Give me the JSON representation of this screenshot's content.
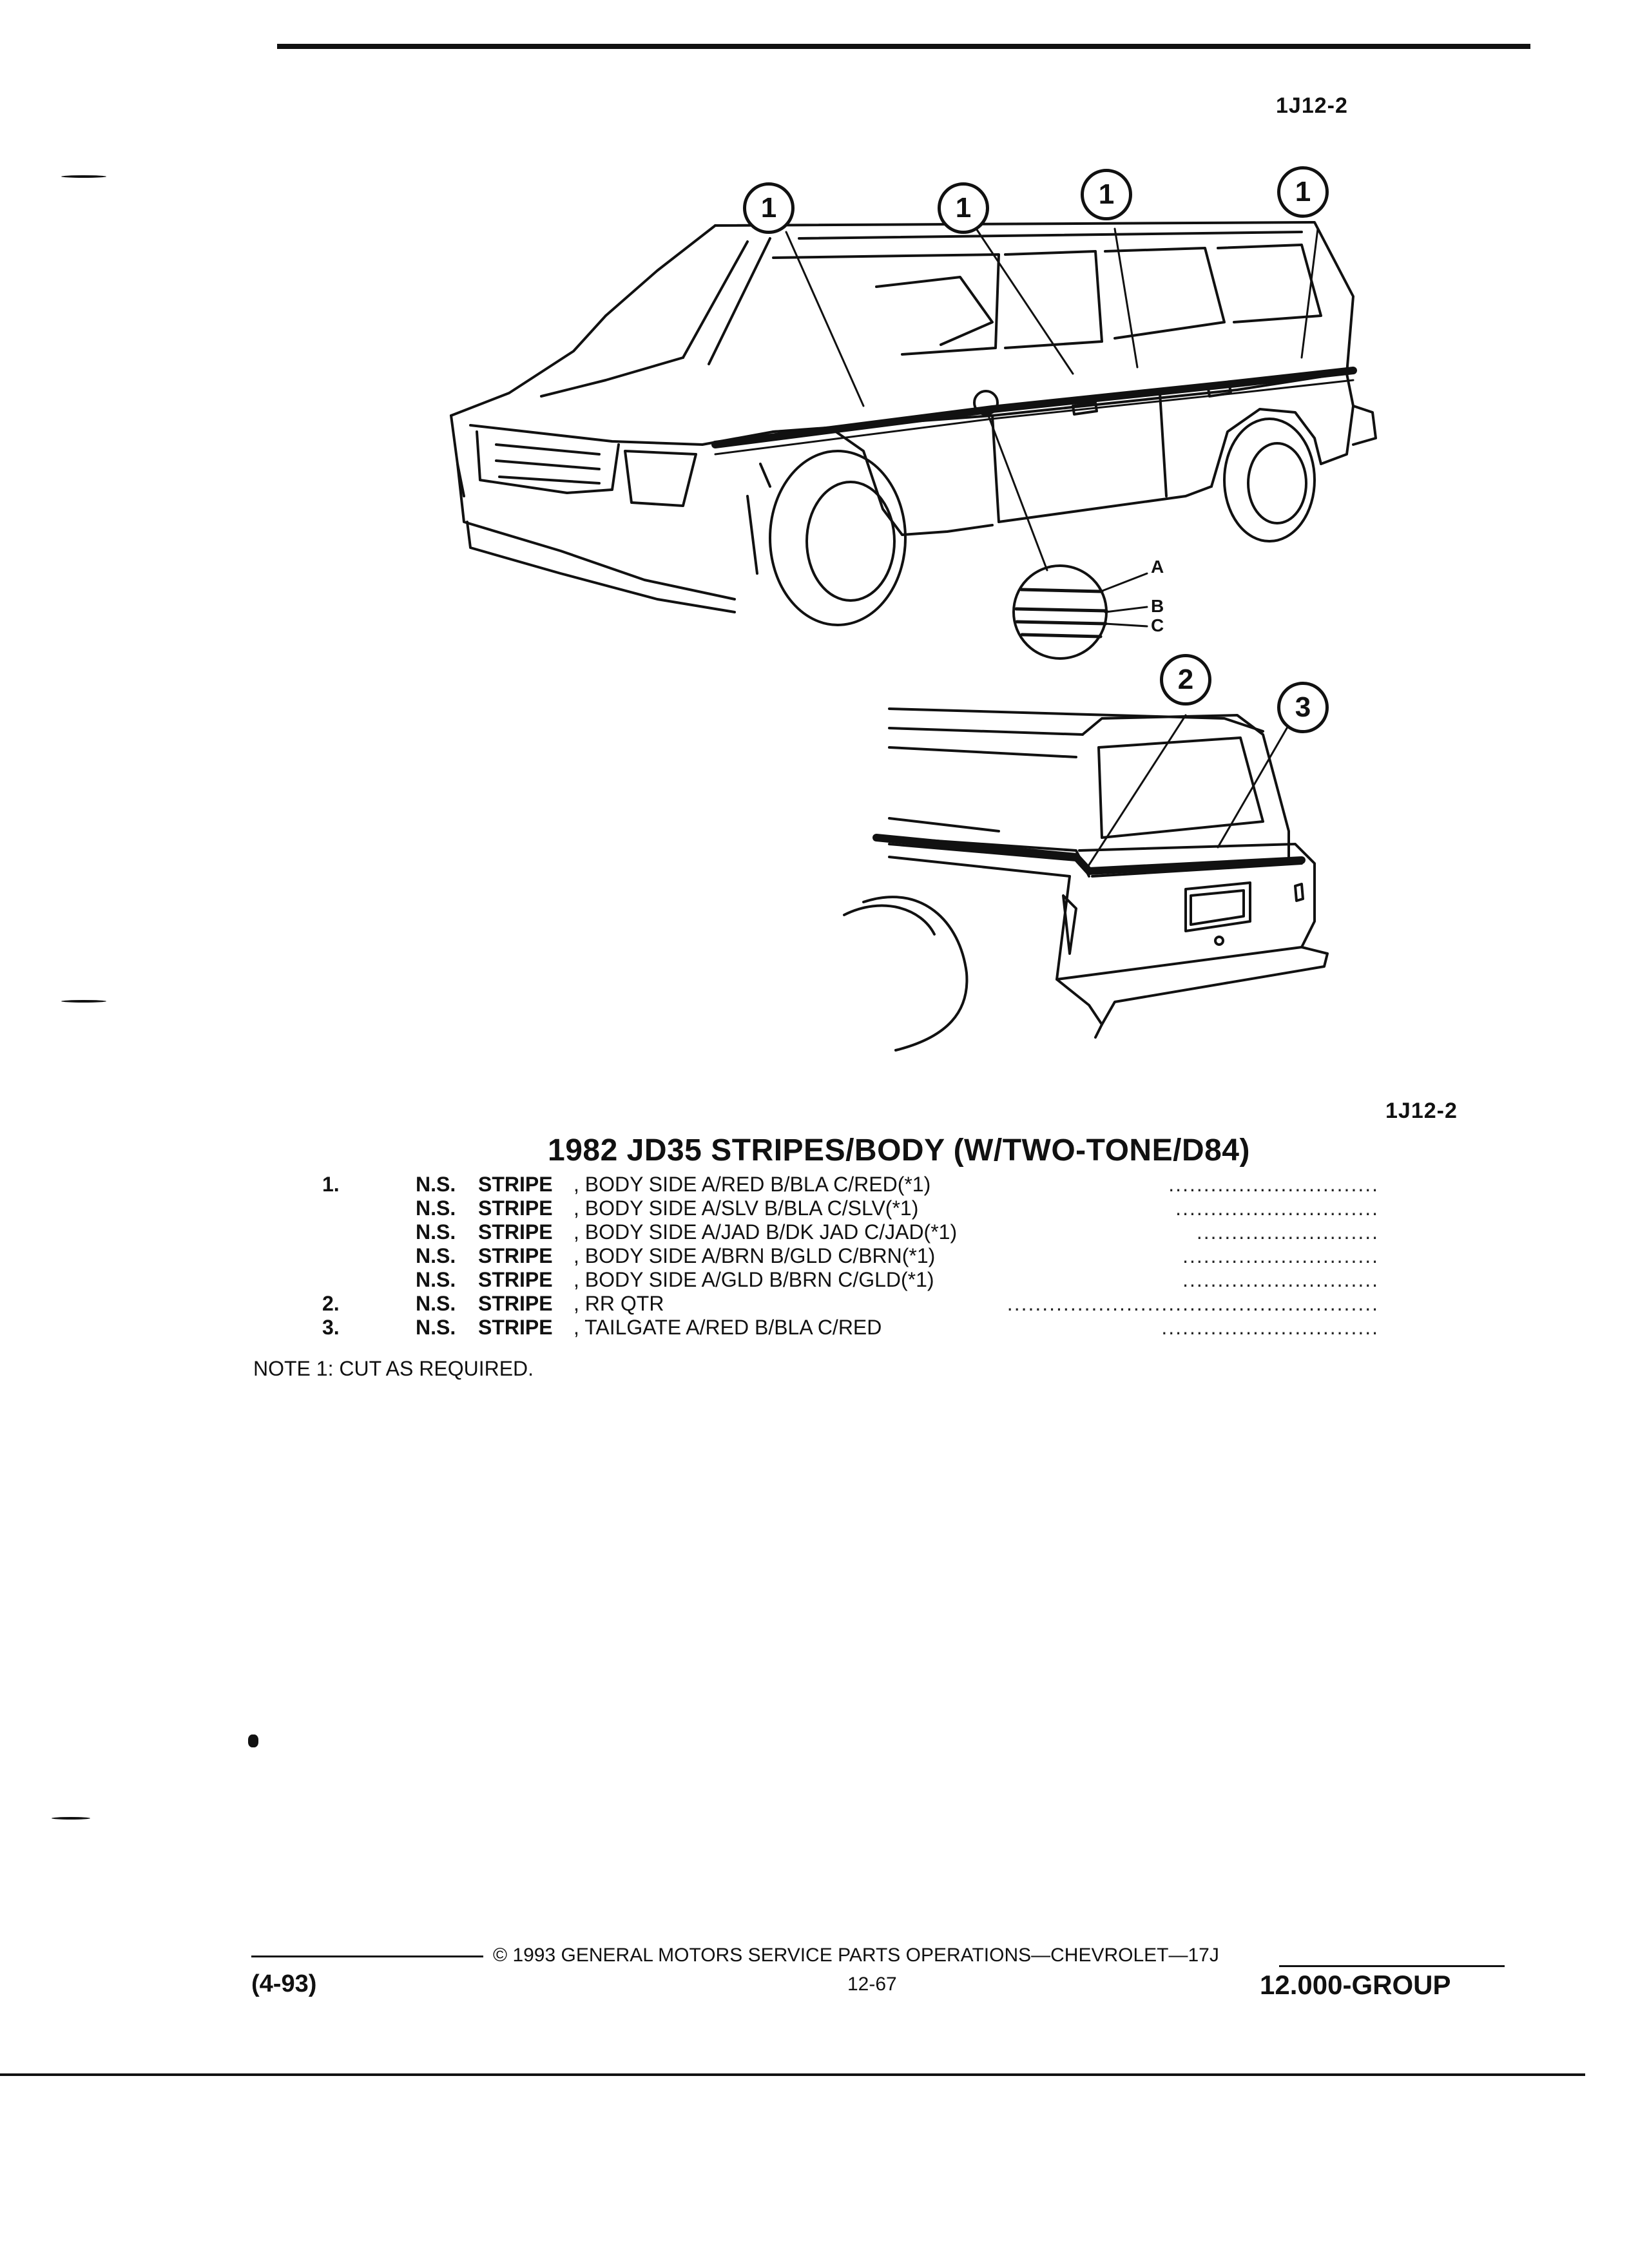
{
  "page": {
    "figure_id_top": "1J12-2",
    "figure_id_bottom": "1J12-2"
  },
  "diagram": {
    "callouts_main": [
      "1",
      "1",
      "1",
      "1"
    ],
    "callouts_rear": [
      "2",
      "3"
    ],
    "detail_labels": [
      "A",
      "B",
      "C"
    ]
  },
  "parts_list": {
    "title": "1982 JD35 STRIPES/BODY (W/TWO-TONE/D84)",
    "items": [
      {
        "num": "1.",
        "code": "N.S.",
        "name": "STRIPE",
        "desc": ", BODY SIDE A/RED B/BLA C/RED(*1)"
      },
      {
        "num": "",
        "code": "N.S.",
        "name": "STRIPE",
        "desc": ", BODY SIDE A/SLV B/BLA C/SLV(*1)"
      },
      {
        "num": "",
        "code": "N.S.",
        "name": "STRIPE",
        "desc": ", BODY SIDE A/JAD B/DK JAD C/JAD(*1)"
      },
      {
        "num": "",
        "code": "N.S.",
        "name": "STRIPE",
        "desc": ", BODY SIDE A/BRN B/GLD C/BRN(*1)"
      },
      {
        "num": "",
        "code": "N.S.",
        "name": "STRIPE",
        "desc": ", BODY SIDE A/GLD B/BRN C/GLD(*1)"
      },
      {
        "num": "2.",
        "code": "N.S.",
        "name": "STRIPE",
        "desc": ", RR QTR"
      },
      {
        "num": "3.",
        "code": "N.S.",
        "name": "STRIPE",
        "desc": ", TAILGATE A/RED B/BLA C/RED"
      }
    ],
    "note": "NOTE  1:  CUT AS REQUIRED."
  },
  "footer": {
    "copyright": "©  1993  GENERAL MOTORS SERVICE PARTS OPERATIONS—CHEVROLET—17J",
    "page_number": "12-67",
    "date": "(4-93)",
    "group": "12.000-GROUP"
  }
}
